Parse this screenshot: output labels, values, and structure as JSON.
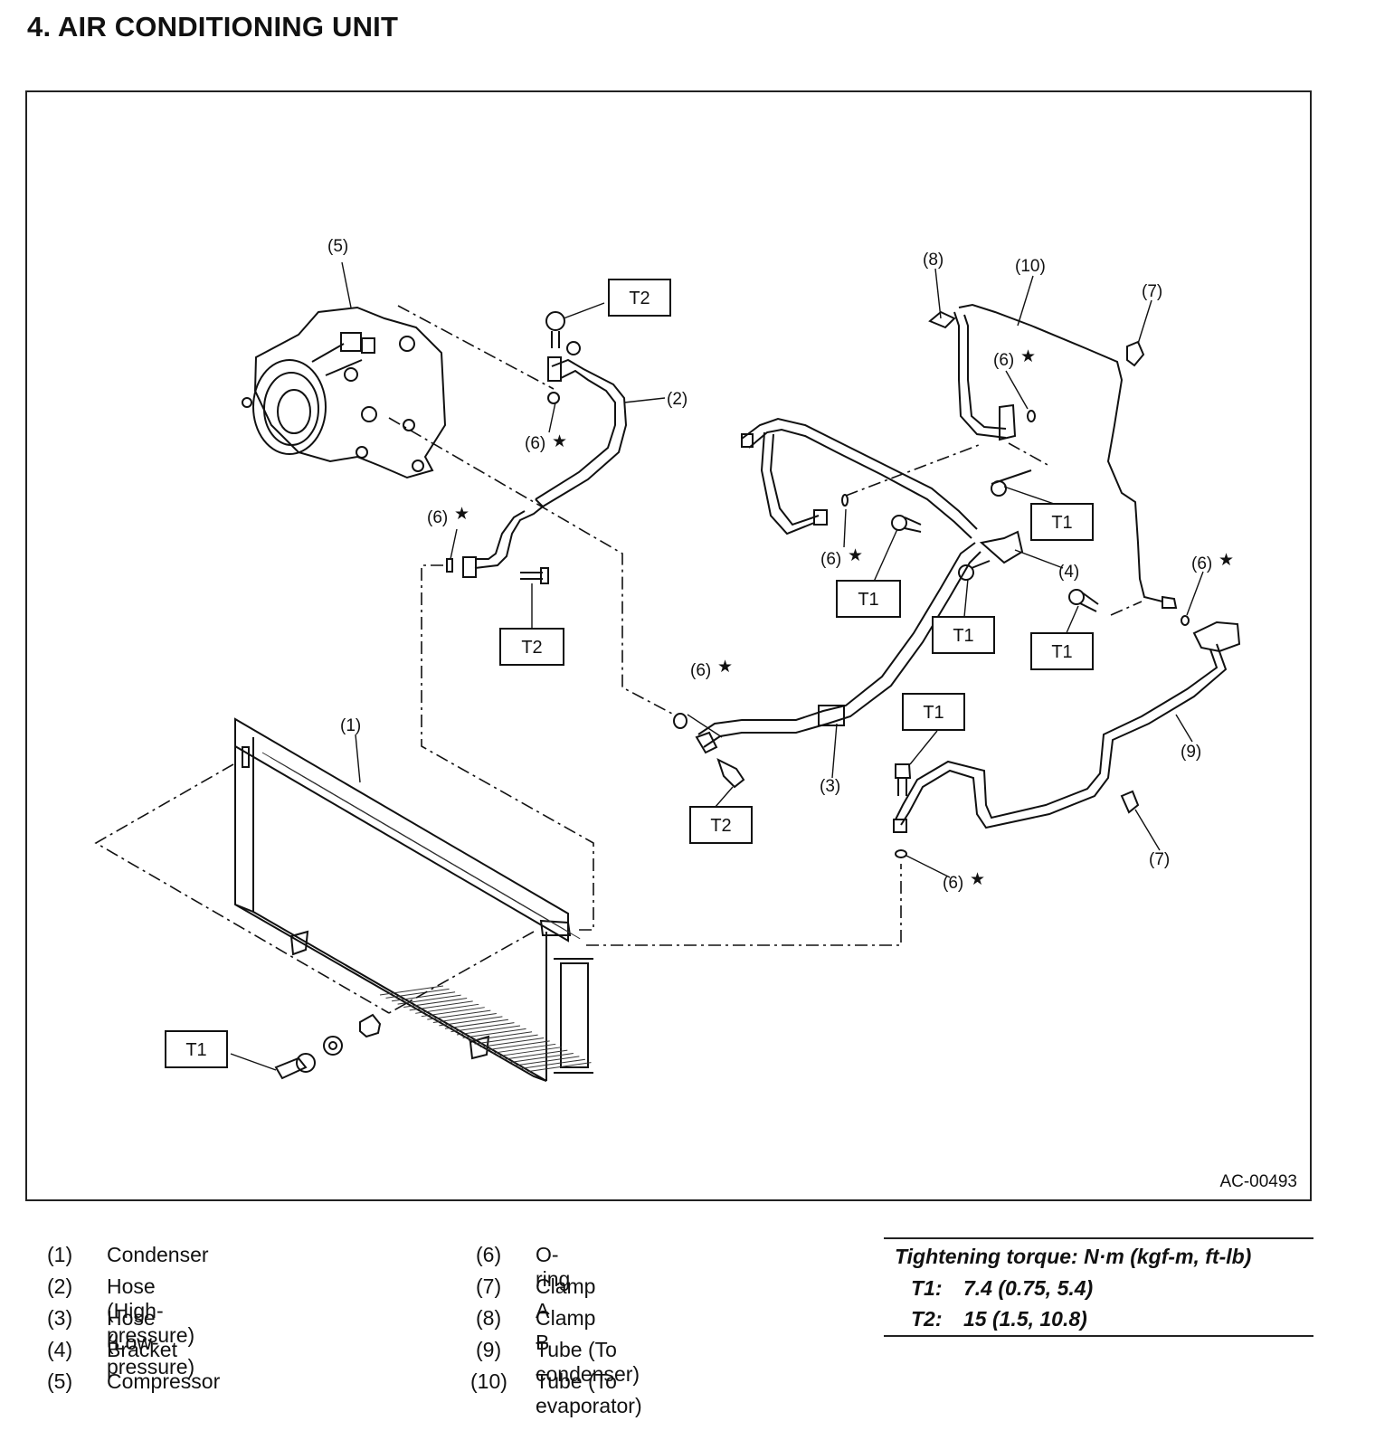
{
  "title": "4.  AIR CONDITIONING UNIT",
  "figure_code": "AC-00493",
  "callouts": {
    "c1": "(1)",
    "c2": "(2)",
    "c3": "(3)",
    "c4": "(4)",
    "c5": "(5)",
    "c6": "(6)",
    "c7": "(7)",
    "c8": "(8)",
    "c9": "(9)",
    "c10": "(10)"
  },
  "star": "★",
  "torque_boxes": {
    "t1": "T1",
    "t2": "T2"
  },
  "legend": [
    {
      "num": "(1)",
      "text": "Condenser"
    },
    {
      "num": "(2)",
      "text": "Hose (High-pressure)"
    },
    {
      "num": "(3)",
      "text": "Hose (Low-pressure)"
    },
    {
      "num": "(4)",
      "text": "Bracket"
    },
    {
      "num": "(5)",
      "text": "Compressor"
    },
    {
      "num": "(6)",
      "text": "O-ring"
    },
    {
      "num": "(7)",
      "text": "Clamp A"
    },
    {
      "num": "(8)",
      "text": "Clamp B"
    },
    {
      "num": "(9)",
      "text": "Tube (To condenser)"
    },
    {
      "num": "(10)",
      "text": "Tube (To evaporator)"
    }
  ],
  "torque": {
    "heading": "Tightening torque: N·m (kgf-m, ft-lb)",
    "rows": [
      {
        "key": "T1:",
        "value": "7.4 (0.75, 5.4)"
      },
      {
        "key": "T2:",
        "value": "15 (1.5, 10.8)"
      }
    ]
  }
}
